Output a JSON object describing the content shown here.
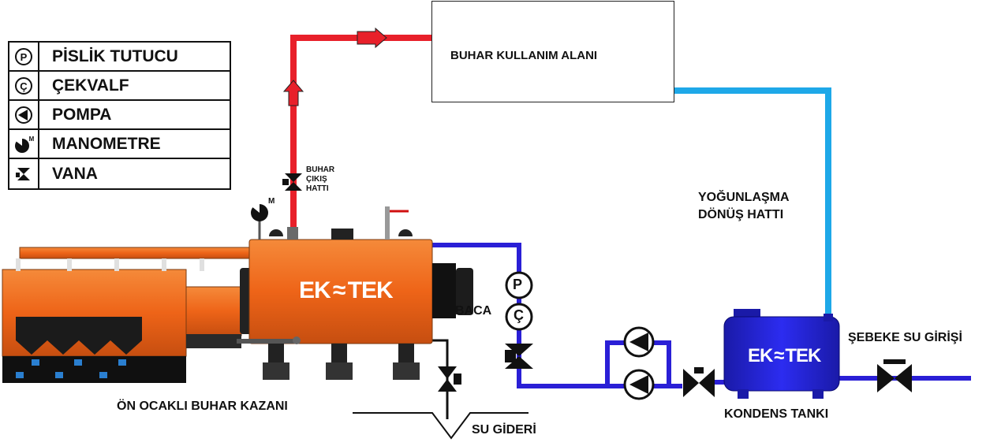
{
  "legend": {
    "items": [
      {
        "icon": "filter-circle-icon",
        "label": "PİSLİK TUTUCU"
      },
      {
        "icon": "check-valve-circle-icon",
        "label": "ÇEKVALF"
      },
      {
        "icon": "pump-icon",
        "label": "POMPA"
      },
      {
        "icon": "manometer-icon",
        "label": "MANOMETRE"
      },
      {
        "icon": "valve-icon",
        "label": "VANA"
      }
    ],
    "symbols": {
      "filter": "P",
      "check_valve": "Ç",
      "manometer": "M"
    }
  },
  "labels": {
    "steam_use_area": "BUHAR KULLANIM ALANI",
    "steam_outlet_line": [
      "BUHAR",
      "ÇIKIŞ",
      "HATTI"
    ],
    "condensate_return_line": [
      "YOĞUNLAŞMA",
      "DÖNÜŞ HATTI"
    ],
    "chimney": "BACA",
    "mains_water_inlet": "ŞEBEKE SU GİRİŞİ",
    "boiler_name": "ÖN OCAKLI BUHAR KAZANI",
    "water_drain": "SU GİDERİ",
    "condensate_tank": "KONDENS TANKI",
    "manometer_mark": "M",
    "filter_mark": "P",
    "check_valve_mark": "Ç"
  },
  "brand": {
    "logo_left": "EK",
    "logo_right": "TEK"
  },
  "colors": {
    "steam_line": "#e8202a",
    "return_line": "#1ea8e8",
    "water_line": "#2a1fd6",
    "boiler_orange": "#f06a1e",
    "tank_blue": "#1f1fc8"
  }
}
